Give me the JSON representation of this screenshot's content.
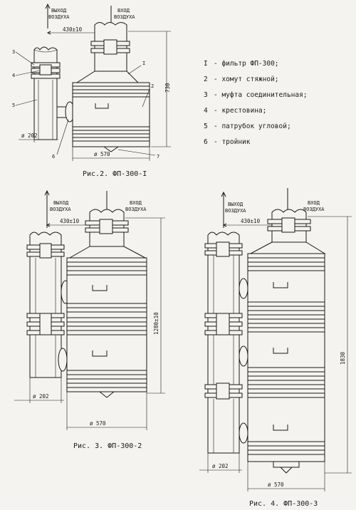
{
  "labels": {
    "air_out": [
      "ВЫХОД",
      "ВОЗДУХА"
    ],
    "air_in": [
      "ВХОД",
      "ВОЗДУХА"
    ]
  },
  "fig1": {
    "dim_430": "430±10",
    "dim_730": "730",
    "dim_202": "ø 202",
    "dim_570": "ø 570",
    "callouts": [
      "3",
      "4",
      "5",
      "6",
      "I",
      "2",
      "7"
    ],
    "caption": "Рис.2. ФП-300-I"
  },
  "fig2": {
    "dim_430": "430±10",
    "dim_1280": "1280±10",
    "dim_202": "ø 202",
    "dim_570": "ø 570",
    "caption": "Рис. 3. ФП-300-2"
  },
  "fig3": {
    "dim_430": "430±10",
    "dim_1830": "1830",
    "dim_202": "ø 202",
    "dim_570": "ø 570",
    "caption": "Рис. 4. ФП-300-3"
  },
  "legend": [
    {
      "num": "I",
      "text": "- фильтр ФП-300;"
    },
    {
      "num": "2",
      "text": "- хомут стяжной;"
    },
    {
      "num": "3",
      "text": "- муфта соединительная;"
    },
    {
      "num": "4",
      "text": "- крестовина;"
    },
    {
      "num": "5",
      "text": "- патрубок угловой;"
    },
    {
      "num": "6",
      "text": "- тройник"
    }
  ]
}
